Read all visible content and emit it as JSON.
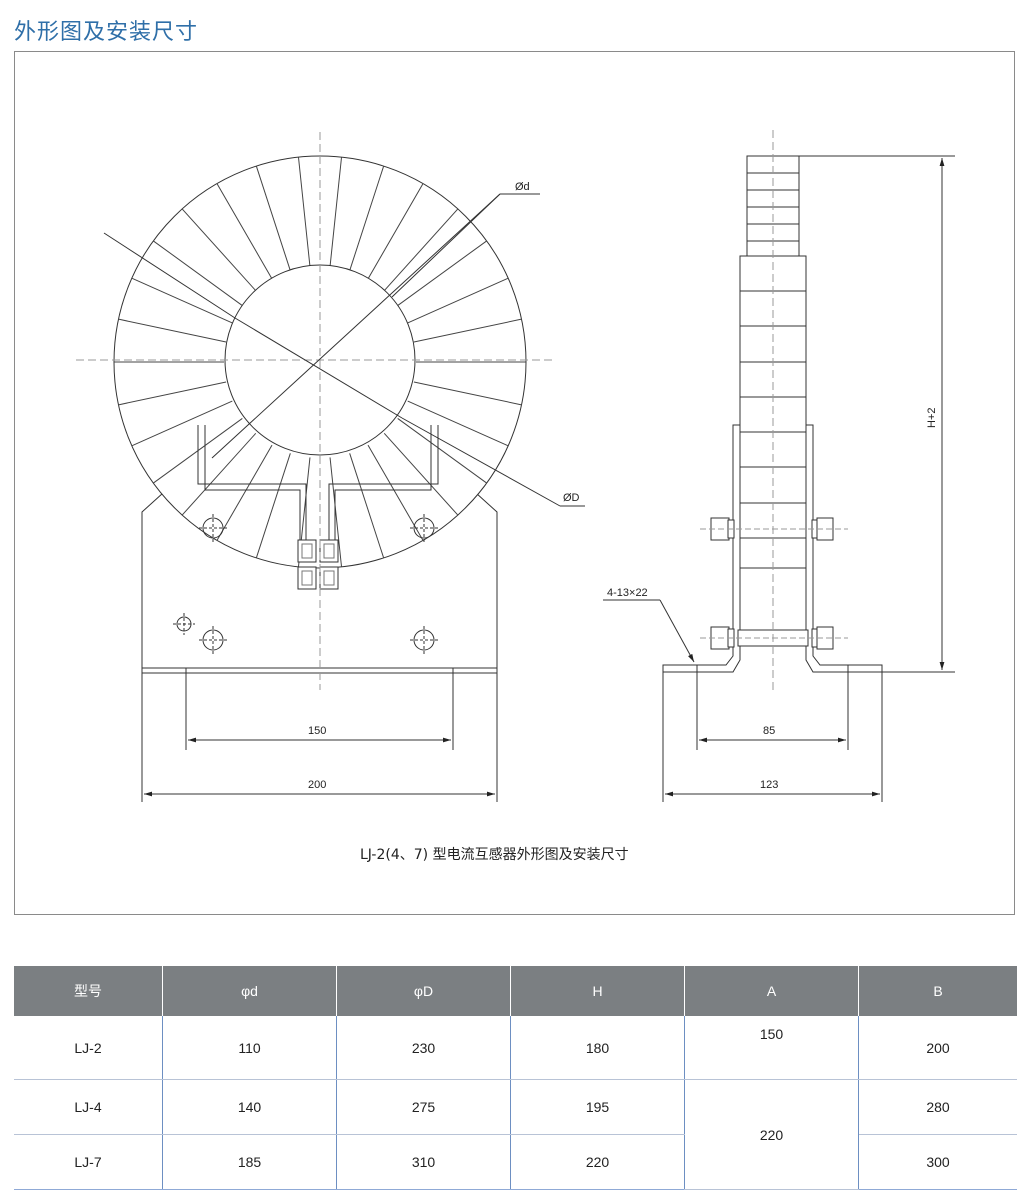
{
  "page": {
    "heading": "外形图及安装尺寸"
  },
  "drawing": {
    "labels": {
      "inner_dia": "Ød",
      "outer_dia": "ØD",
      "dim_150": "150",
      "dim_200": "200",
      "dim_85": "85",
      "dim_123": "123",
      "height": "H+2",
      "holes": "4-13×22"
    },
    "caption": "LJ-2(4、7) 型电流互感器外形图及安装尺寸"
  },
  "table": {
    "headers": [
      "型号",
      "φd",
      "φD",
      "H",
      "A",
      "B"
    ],
    "rows": [
      {
        "model": "LJ-2",
        "d": "110",
        "D": "230",
        "H": "180",
        "A": "150",
        "B": "200"
      },
      {
        "model": "LJ-4",
        "d": "140",
        "D": "275",
        "H": "195",
        "A": "220",
        "B": "280"
      },
      {
        "model": "LJ-7",
        "d": "185",
        "D": "310",
        "H": "220",
        "B": "300"
      }
    ]
  }
}
